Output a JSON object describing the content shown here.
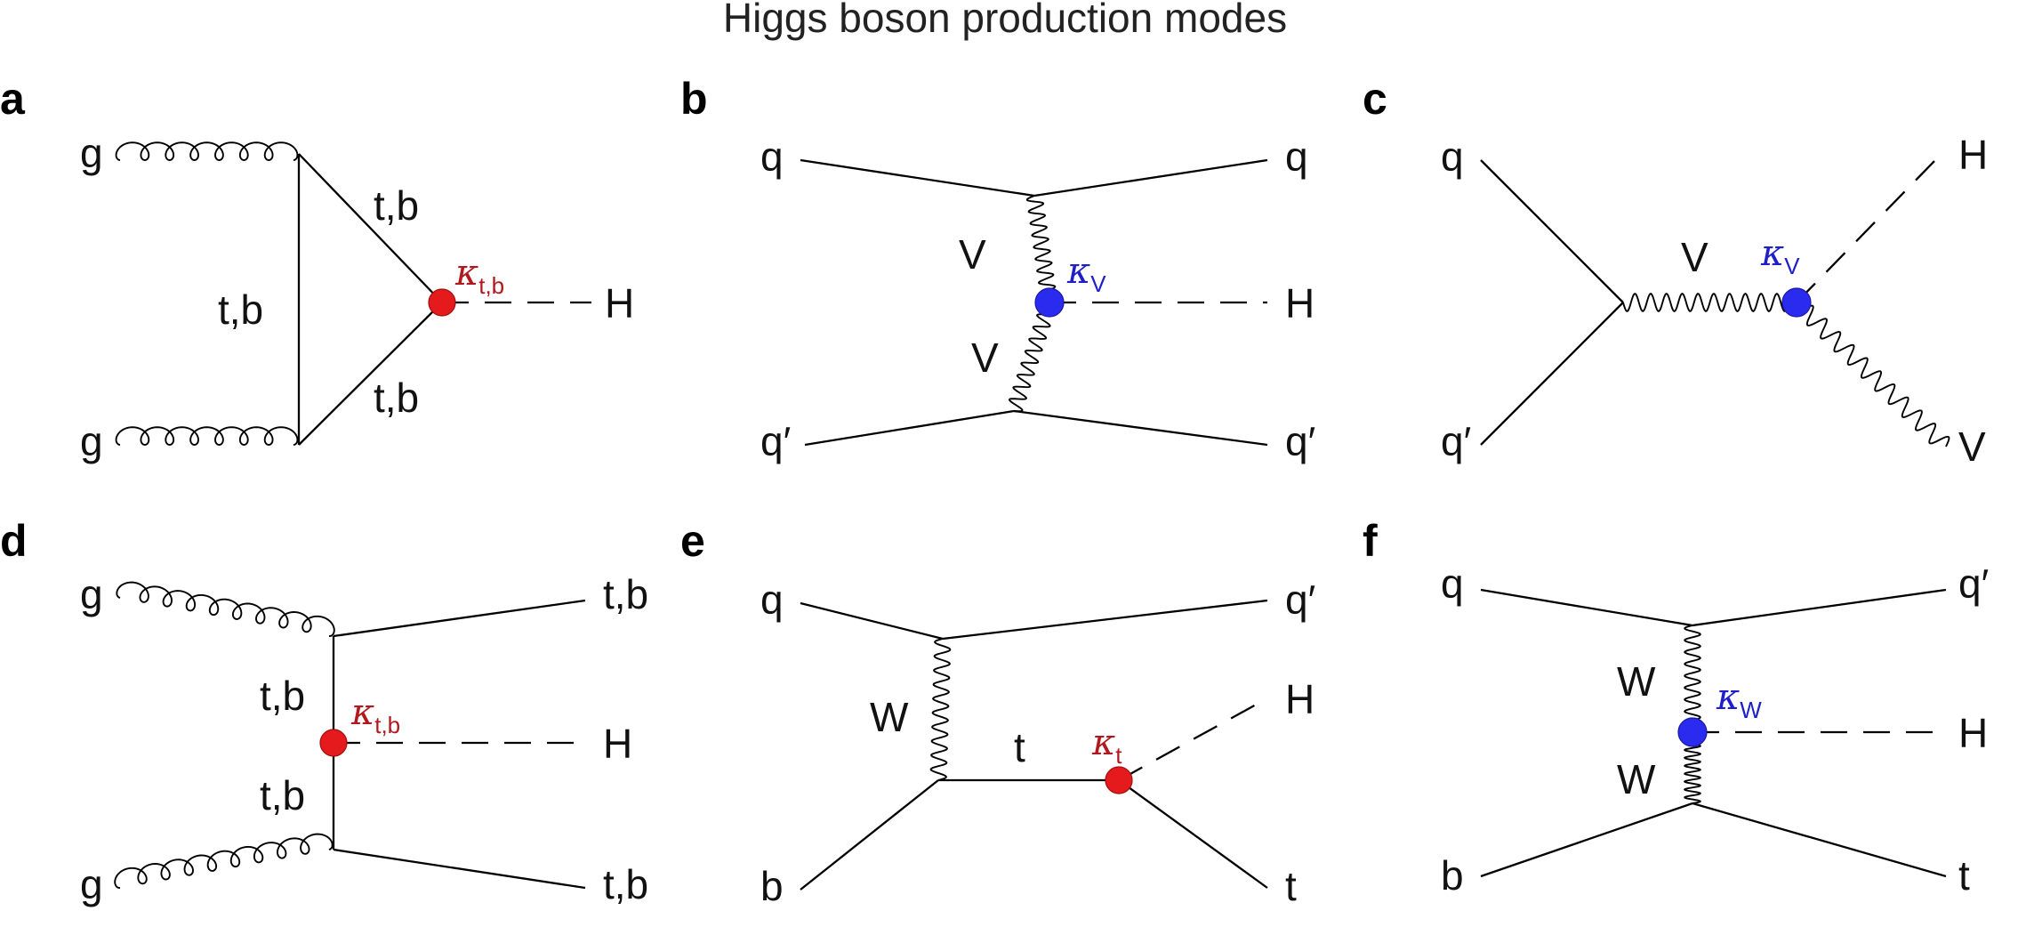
{
  "title": "Higgs boson production modes",
  "colors": {
    "red": "#e41a1c",
    "blue": "#2b2bf0",
    "red_text": "#b0191e",
    "blue_text": "#1f1fc8"
  },
  "panels": {
    "a": {
      "letter": "a",
      "g_top": "g",
      "g_bottom": "g",
      "tb_upper": "t,b",
      "tb_left": "t,b",
      "tb_lower": "t,b",
      "H": "H",
      "coupling": "κ",
      "coupling_sub": "t,b"
    },
    "b": {
      "letter": "b",
      "q_in": "q",
      "q_out": "q",
      "qp_in": "q′",
      "qp_out": "q′",
      "V_upper": "V",
      "V_lower": "V",
      "H": "H",
      "coupling": "κ",
      "coupling_sub": "V"
    },
    "c": {
      "letter": "c",
      "q": "q",
      "qp": "q′",
      "V_prop": "V",
      "H": "H",
      "V_out": "V",
      "coupling": "κ",
      "coupling_sub": "V"
    },
    "d": {
      "letter": "d",
      "g_top": "g",
      "g_bottom": "g",
      "tb_out_top": "t,b",
      "tb_out_bottom": "t,b",
      "tb_upper": "t,b",
      "tb_lower": "t,b",
      "H": "H",
      "coupling": "κ",
      "coupling_sub": "t,b"
    },
    "e": {
      "letter": "e",
      "q": "q",
      "b": "b",
      "qp": "q′",
      "W": "W",
      "t_prop": "t",
      "H": "H",
      "t_out": "t",
      "coupling": "κ",
      "coupling_sub": "t"
    },
    "f": {
      "letter": "f",
      "q": "q",
      "b": "b",
      "qp": "q′",
      "W_upper": "W",
      "W_lower": "W",
      "H": "H",
      "t_out": "t",
      "coupling": "κ",
      "coupling_sub": "W"
    }
  }
}
